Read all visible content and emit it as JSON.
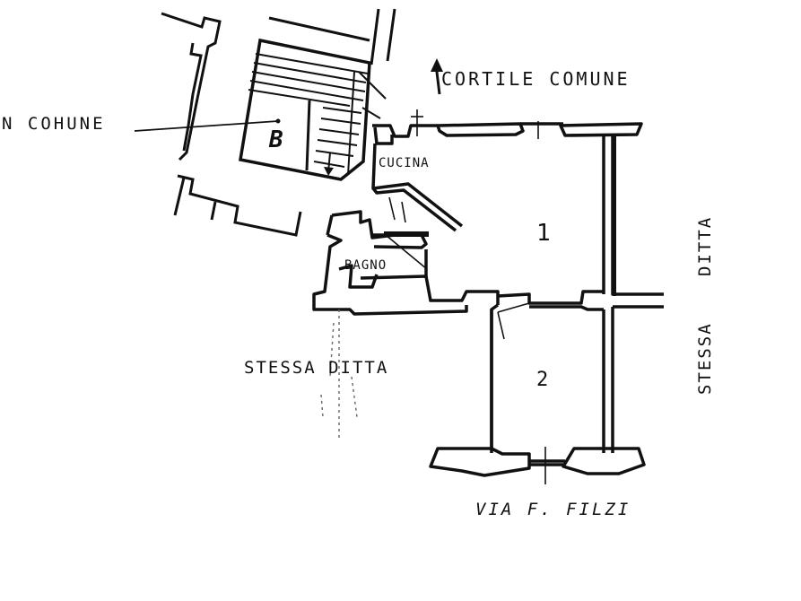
{
  "plan": {
    "ink_color": "#111111",
    "background": "#ffffff",
    "labels": {
      "cortile": "CORTILE  COMUNE",
      "androne": "N COHUNE",
      "stair_letter": "B",
      "kitchen": "CUCINA",
      "bathroom": "BAGNO",
      "neighbor_left": "STESSA DITTA",
      "neighbor_right_top": "STESSA",
      "neighbor_right_bottom": "DITTA",
      "street": "VIA  F. FILZI",
      "room_1": "1",
      "room_2": "2"
    },
    "icons": [
      "north-arrow-icon",
      "stair-down-arrow-icon"
    ]
  }
}
